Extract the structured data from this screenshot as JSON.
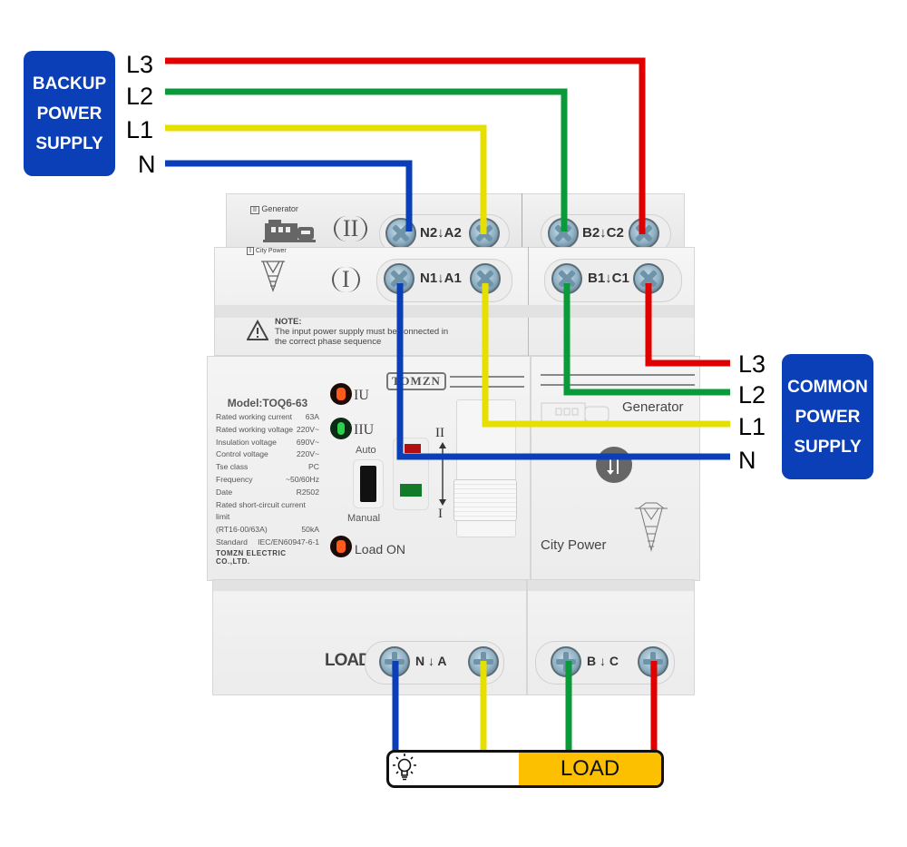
{
  "backup_supply": {
    "title_lines": [
      "BACKUP",
      "POWER",
      "SUPPLY"
    ],
    "phase_labels": [
      "L3",
      "L2",
      "L1",
      "N"
    ]
  },
  "common_supply": {
    "title_lines": [
      "COMMON",
      "POWER",
      "SUPPLY"
    ],
    "phase_labels": [
      "L3",
      "L2",
      "L1",
      "N"
    ]
  },
  "wire_colors": {
    "L3": "#e00000",
    "L2": "#0a9a3a",
    "L1": "#e6e000",
    "N": "#0a3fb8"
  },
  "device": {
    "generator_row": {
      "badge": "II",
      "label": "Generator",
      "roman": "II",
      "terminals_left": "N2↓A2",
      "terminals_right": "B2↓C2"
    },
    "city_row": {
      "badge": "I",
      "label": "City Power",
      "roman": "I",
      "terminals_left": "N1↓A1",
      "terminals_right": "B1↓C1"
    },
    "note": {
      "title": "NOTE:",
      "line1": "The input power supply must be connected in",
      "line2": "the correct phase sequence"
    },
    "brand": "TOMZN",
    "model": "Model:TOQ6-63",
    "specs": [
      {
        "label": "Rated working current",
        "value": "63A"
      },
      {
        "label": "Rated working voltage",
        "value": "220V~"
      },
      {
        "label": "Insulation voltage",
        "value": "690V~"
      },
      {
        "label": "Control voltage",
        "value": "220V~"
      },
      {
        "label": "Tse class",
        "value": "PC"
      },
      {
        "label": "Frequency",
        "value": "~50/60Hz"
      },
      {
        "label": "Date",
        "value": "R2502"
      },
      {
        "label": "Rated short-circuit current limit",
        "value": ""
      },
      {
        "label": "(RT16-00/63A)",
        "value": "50kA"
      },
      {
        "label": "Standard",
        "value": "IEC/EN60947-6-1"
      }
    ],
    "manufacturer": "TOMZN ELECTRIC CO.,LTD.",
    "indicators": [
      {
        "label": "IU",
        "color": "#ff5a1a"
      },
      {
        "label": "IIU",
        "color": "#2bd14a"
      },
      {
        "label": "Load ON",
        "color": "#ff5a1a"
      }
    ],
    "switch_labels": {
      "auto": "Auto",
      "manual": "Manual"
    },
    "position_labels": {
      "top": "II",
      "bottom": "I"
    },
    "right_panel": {
      "generator": "Generator",
      "city": "City Power"
    },
    "load_row": {
      "label": "LOAD",
      "terminals_left": "N ↓ A",
      "terminals_right": "B ↓ C"
    }
  },
  "load_box": {
    "icon": "lightbulb-icon",
    "label": "LOAD",
    "fill_color": "#fcc000"
  }
}
